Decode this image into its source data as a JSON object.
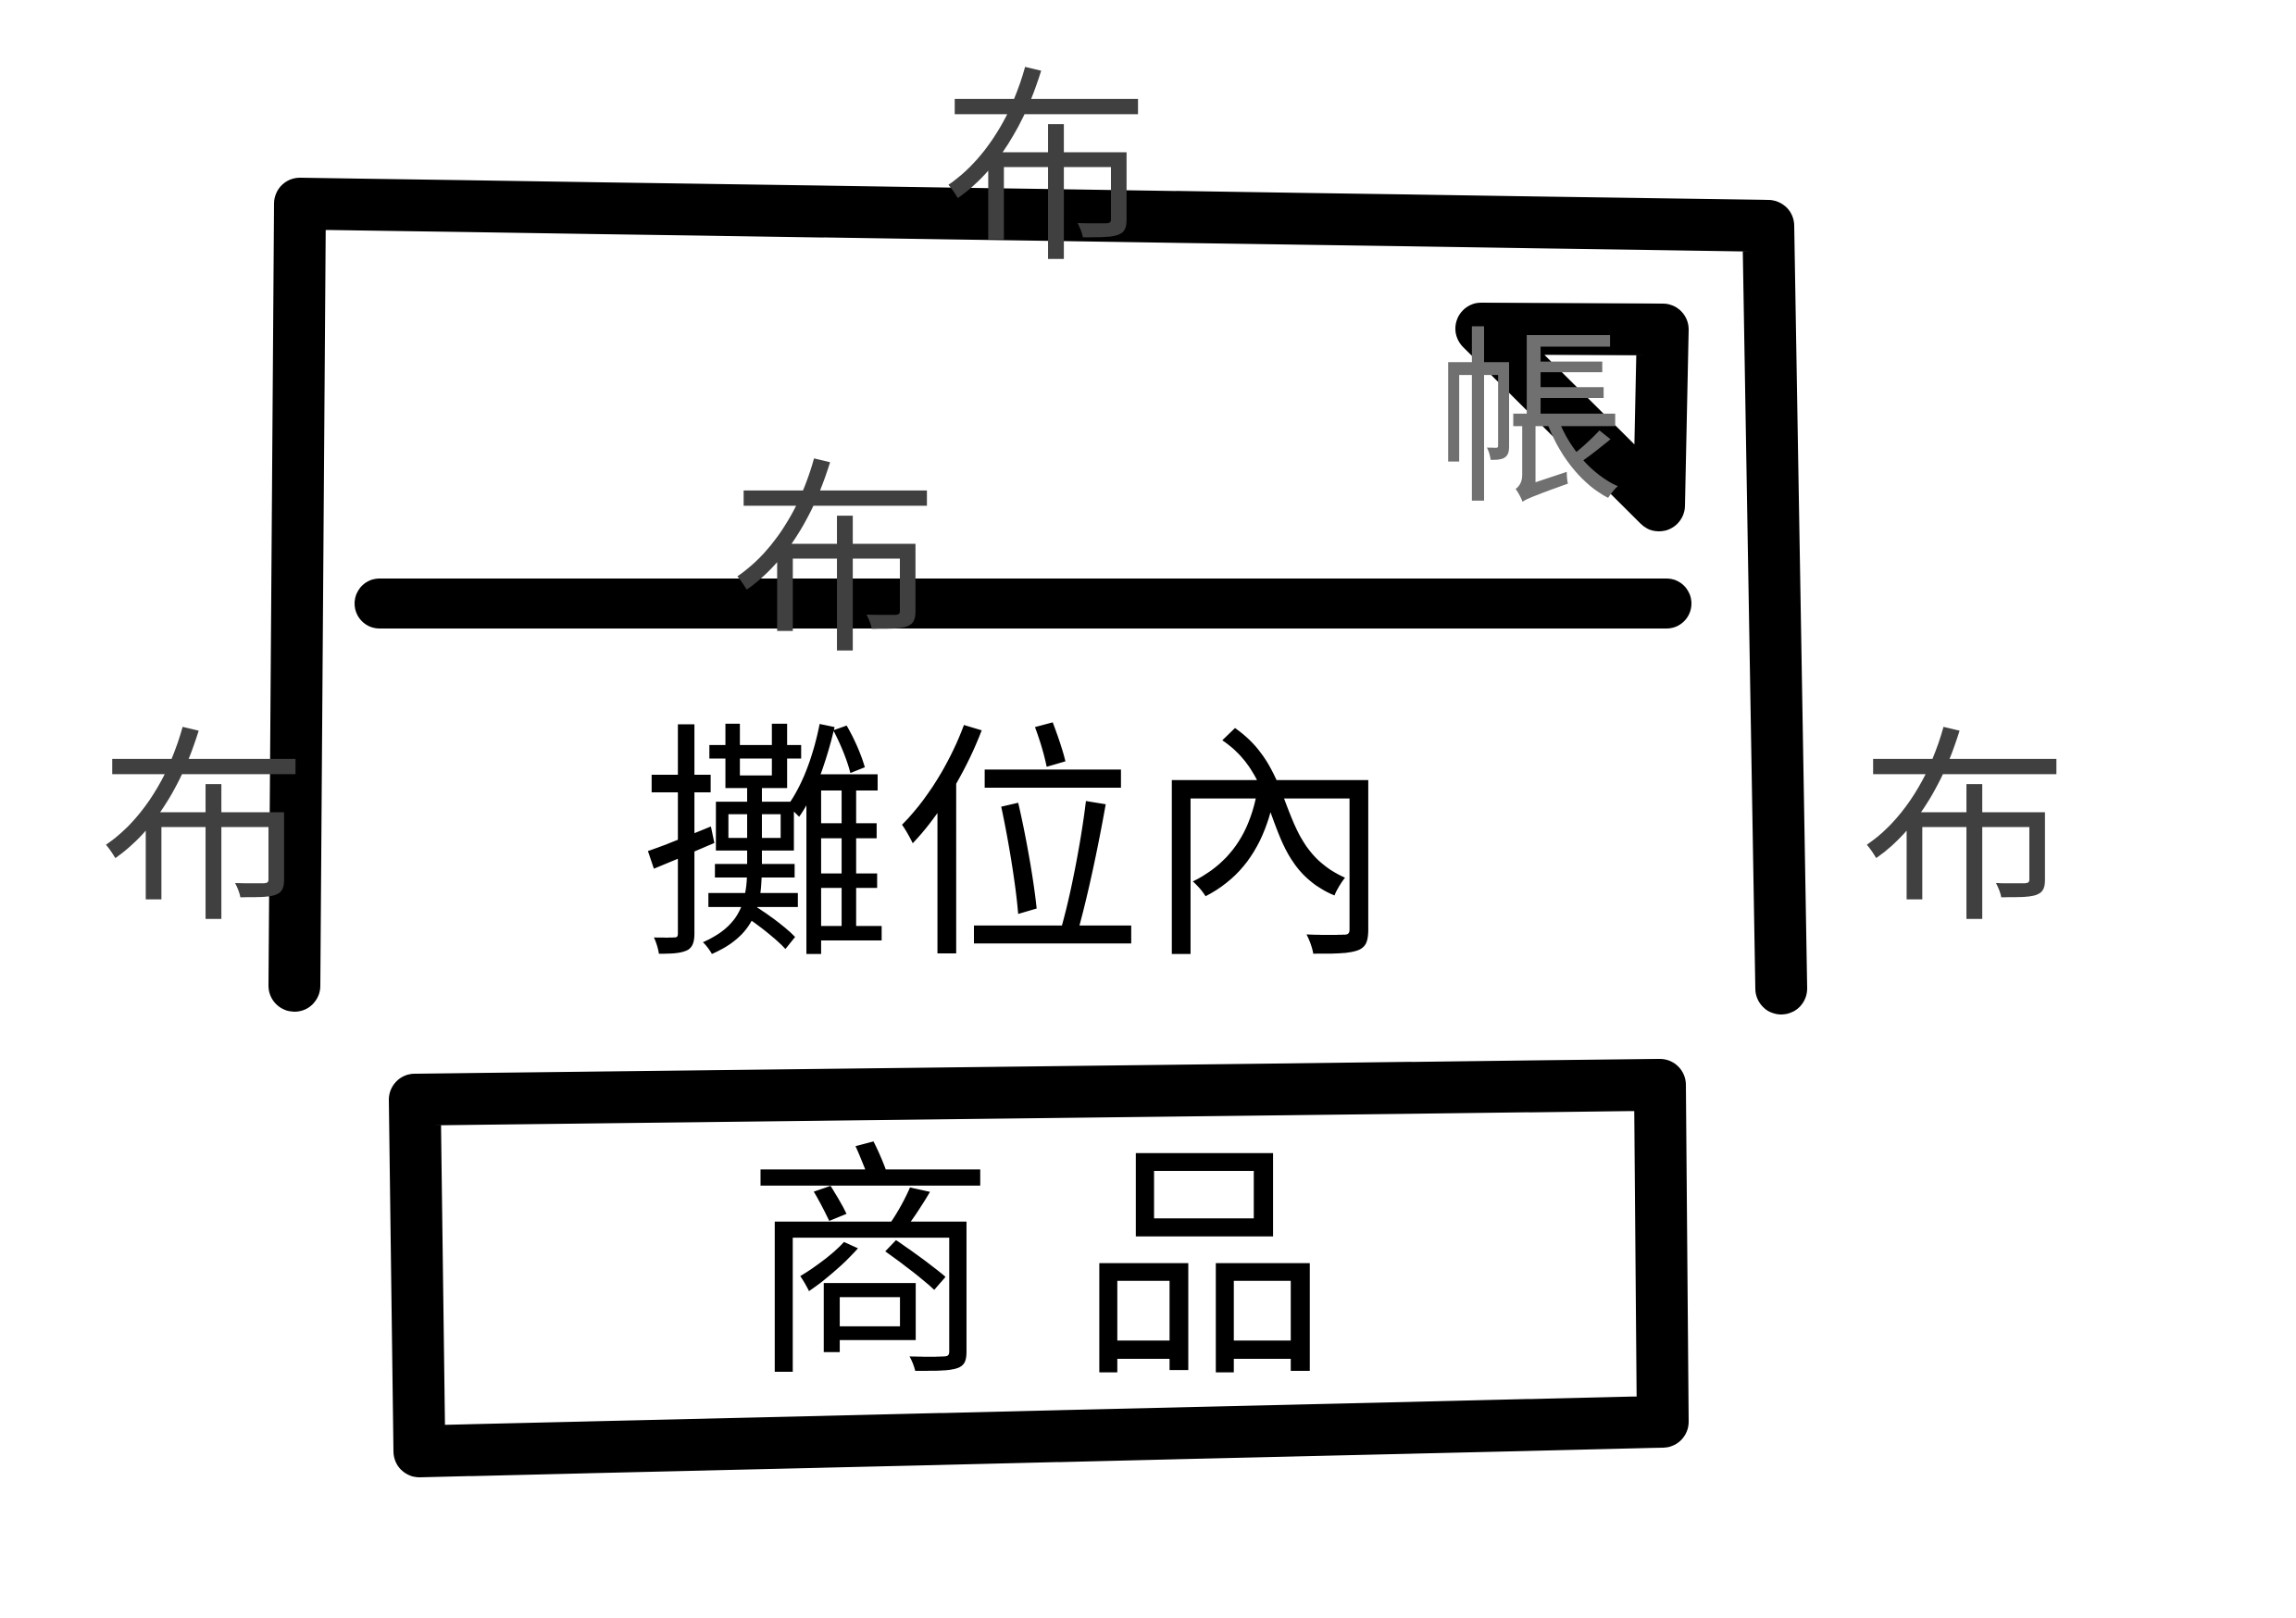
{
  "labels": {
    "cloth_top": "布",
    "cloth_middle": "布",
    "cloth_left": "布",
    "cloth_right": "布",
    "tent": "帳",
    "stall_inside": "攤位內",
    "goods": "商品"
  },
  "colors": {
    "stroke": "#000000",
    "cloth_text": "#404040",
    "tent_text": "#707070",
    "main_text": "#000000",
    "background": "#ffffff"
  }
}
